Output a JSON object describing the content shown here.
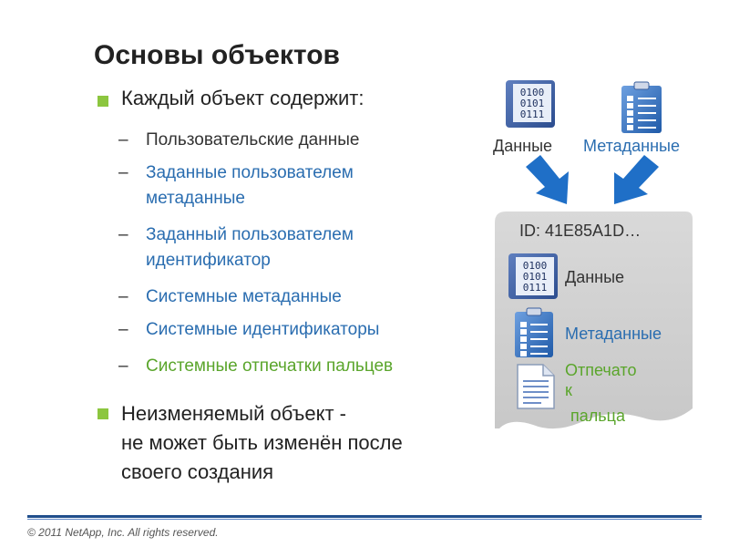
{
  "title": "Основы объектов",
  "bullet1": "Каждый объект содержит:",
  "subs": [
    {
      "lines": [
        "Пользовательские данные"
      ],
      "color": "#333333"
    },
    {
      "lines": [
        "Заданные пользователем",
        "метаданные"
      ],
      "color": "#2a6db0"
    },
    {
      "lines": [
        "Заданный пользователем",
        "идентификатор"
      ],
      "color": "#2a6db0"
    },
    {
      "lines": [
        "Системные метаданные"
      ],
      "color": "#2a6db0"
    },
    {
      "lines": [
        "Системные идентификаторы"
      ],
      "color": "#2a6db0"
    },
    {
      "lines": [
        "Системные отпечатки пальцев"
      ],
      "color": "#5aa52b"
    }
  ],
  "bullet2": [
    "Неизменяемый объект -",
    "не может быть изменён после",
    "своего создания"
  ],
  "top_icons": {
    "data_label": "Данные",
    "meta_label": "Метаданные"
  },
  "binary": [
    "0100",
    "0101",
    "0111"
  ],
  "object_box": {
    "id_label": "ID: 41E85A1D…",
    "data_label": "Данные",
    "meta_label": "Метаданные",
    "print_label": [
      "Отпечато",
      "к",
      "пальца"
    ]
  },
  "footer": "© 2011 NetApp, Inc. All rights reserved.",
  "colors": {
    "accent_green": "#8cc63f",
    "blue": "#2a6db0",
    "arrow": "#1f6fc7"
  }
}
